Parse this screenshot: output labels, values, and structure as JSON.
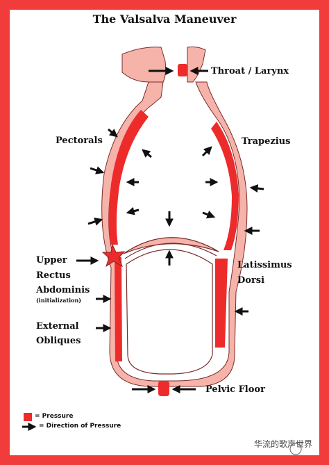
{
  "title": "The Valsalva Maneuver",
  "labels": {
    "throat": "Throat / Larynx",
    "pectorals": "Pectorals",
    "trapezius": "Trapezius",
    "upper_rectus": [
      "Upper",
      "Rectus",
      "Abdominis"
    ],
    "initialization": "(initialization)",
    "latissimus": [
      "Latissimus",
      "Dorsi"
    ],
    "external_obliques": [
      "External",
      "Obliques"
    ],
    "pelvic_floor": "Pelvic Floor"
  },
  "legend": {
    "pressure": "= Pressure",
    "direction": "= Direction of Pressure"
  },
  "watermark": "华流的歌声世界",
  "colors": {
    "border": "#f23b3b",
    "pressure_red": "#ee2b2b",
    "pink": "#f5b3aa",
    "outline": "#7a2a2a",
    "arrow": "#111111"
  }
}
